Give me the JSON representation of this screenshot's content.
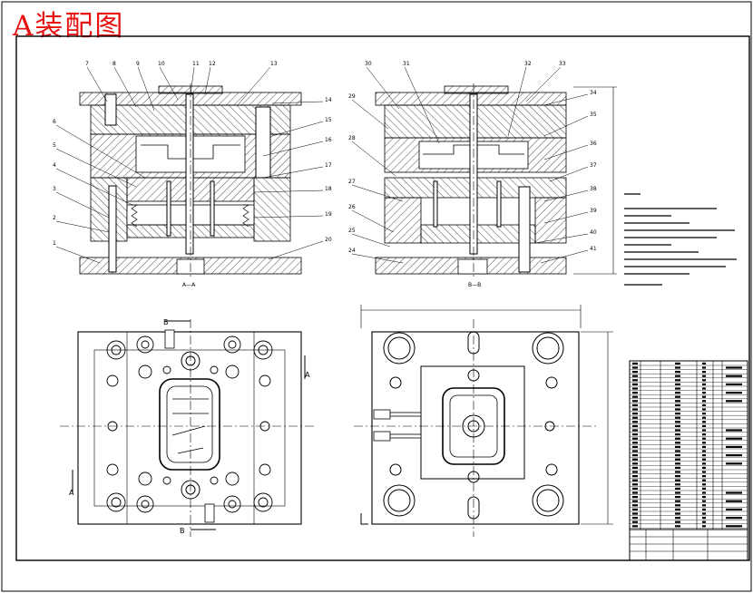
{
  "title": "A装配图",
  "section_labels": {
    "left": "A—A",
    "right": "B—B"
  },
  "cut_letters": {
    "a1": "A",
    "a2": "A",
    "b1": "B",
    "b2": "B"
  },
  "colors": {
    "title": "#e81010",
    "line": "#000000",
    "paper": "#ffffff"
  }
}
